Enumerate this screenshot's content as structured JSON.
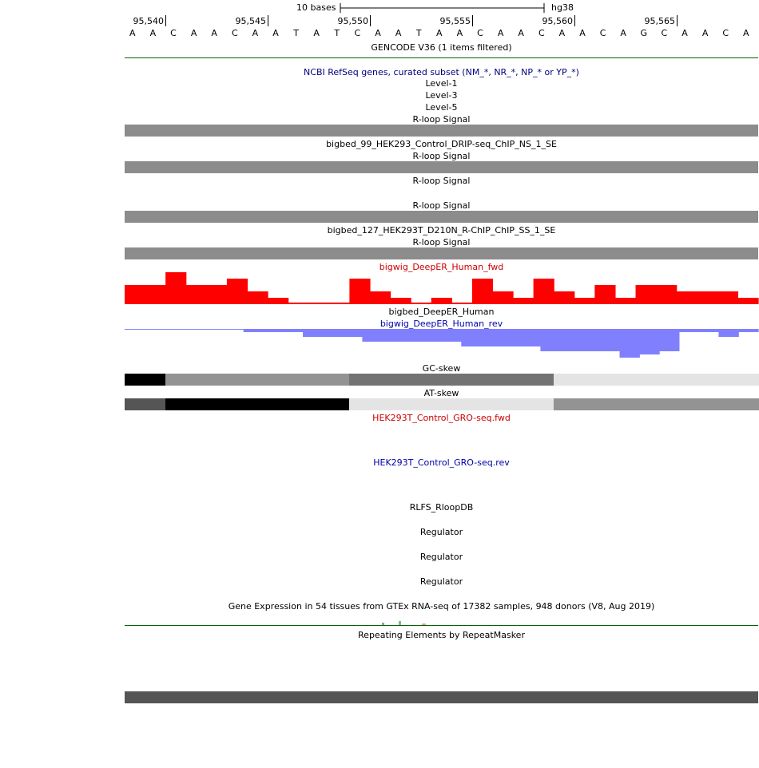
{
  "ruler": {
    "scale_label": "10 bases",
    "assembly": "hg38",
    "positions": [
      "95,540",
      "95,545",
      "95,550",
      "95,555",
      "95,560",
      "95,565"
    ]
  },
  "sequence": [
    "A",
    "A",
    "C",
    "A",
    "A",
    "C",
    "A",
    "A",
    "T",
    "A",
    "T",
    "C",
    "A",
    "A",
    "T",
    "A",
    "A",
    "C",
    "A",
    "A",
    "C",
    "A",
    "A",
    "C",
    "A",
    "G",
    "C",
    "A",
    "A",
    "C",
    "A"
  ],
  "tracks": {
    "gencode": "GENCODE V36 (1 items filtered)",
    "refseq": "NCBI RefSeq genes, curated subset (NM_*, NR_*, NP_* or YP_*)",
    "level1": "Level-1",
    "level3": "Level-3",
    "level5": "Level-5",
    "rloop1": "R-loop Signal",
    "bigbed99": "bigbed_99_HEK293_Control_DRIP-seq_ChIP_NS_1_SE",
    "rloop2": "R-loop Signal",
    "rloop3": "R-loop Signal",
    "rloop4": "R-loop Signal",
    "bigbed127": "bigbed_127_HEK293T_D210N_R-ChIP_ChIP_SS_1_SE",
    "rloop5": "R-loop Signal",
    "deeper_fwd": "bigwig_DeepER_Human_fwd",
    "deeper_bed": "bigbed_DeepER_Human",
    "deeper_rev": "bigwig_DeepER_Human_rev",
    "gc_skew": "GC-skew",
    "at_skew": "AT-skew",
    "gro_fwd": "HEK293T_Control_GRO-seq.fwd",
    "gro_rev": "HEK293T_Control_GRO-seq.rev",
    "rlfs": "RLFS_RloopDB",
    "reg1": "Regulator",
    "reg2": "Regulator",
    "reg3": "Regulator",
    "gtex": "Gene Expression in 54 tissues from GTEx RNA-seq of 17382 samples, 948 donors (V8, Aug 2019)",
    "repeatmasker": "Repeating Elements by RepeatMasker"
  },
  "signals": {
    "deeper_fwd": [
      0.6,
      0.6,
      1.0,
      0.6,
      0.6,
      0.8,
      0.4,
      0.2,
      0.05,
      0.05,
      0.05,
      0.8,
      0.4,
      0.2,
      0.05,
      0.2,
      0.05,
      0.8,
      0.4,
      0.2,
      0.8,
      0.4,
      0.2,
      0.6,
      0.2,
      0.6,
      0.6,
      0.4,
      0.4,
      0.4,
      0.2
    ],
    "deeper_rev": [
      0.02,
      0.02,
      0.02,
      0.02,
      0.02,
      0.02,
      0.1,
      0.1,
      0.1,
      0.25,
      0.25,
      0.25,
      0.4,
      0.4,
      0.4,
      0.4,
      0.4,
      0.55,
      0.55,
      0.55,
      0.55,
      0.7,
      0.7,
      0.7,
      0.7,
      0.9,
      0.8,
      0.7,
      0.1,
      0.1,
      0.25,
      0.1
    ],
    "gc_skew": [
      "#000000",
      "#000000",
      "#939393",
      "#939393",
      "#939393",
      "#939393",
      "#939393",
      "#939393",
      "#939393",
      "#939393",
      "#939393",
      "#737373",
      "#737373",
      "#737373",
      "#737373",
      "#737373",
      "#737373",
      "#737373",
      "#737373",
      "#737373",
      "#737373",
      "#e4e4e4",
      "#e4e4e4",
      "#e4e4e4",
      "#e4e4e4",
      "#e4e4e4",
      "#e4e4e4",
      "#e4e4e4",
      "#e4e4e4",
      "#e4e4e4",
      "#e4e4e4"
    ],
    "at_skew": [
      "#555555",
      "#555555",
      "#000000",
      "#000000",
      "#000000",
      "#000000",
      "#000000",
      "#000000",
      "#000000",
      "#000000",
      "#000000",
      "#e4e4e4",
      "#e4e4e4",
      "#e4e4e4",
      "#e4e4e4",
      "#e4e4e4",
      "#e4e4e4",
      "#e4e4e4",
      "#e4e4e4",
      "#e4e4e4",
      "#e4e4e4",
      "#939393",
      "#939393",
      "#939393",
      "#939393",
      "#939393",
      "#939393",
      "#939393",
      "#939393",
      "#939393",
      "#939393"
    ]
  },
  "colors": {
    "signal_bar": "#8c8c8c",
    "fwd": "#ff0000",
    "rev": "#8080ff",
    "gencode_line": "#006400",
    "repeat_bar": "#555555"
  }
}
